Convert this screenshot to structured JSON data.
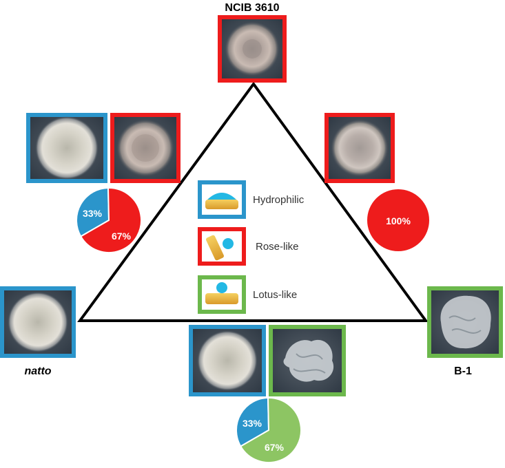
{
  "strains": {
    "top": "NCIB 3610",
    "left": "natto",
    "right": "B-1"
  },
  "legend": {
    "hydrophilic": "Hydrophilic",
    "rose_like": "Rose-like",
    "lotus_like": "Lotus-like"
  },
  "pies": {
    "left_pair": {
      "slices": [
        {
          "label": "33%",
          "fraction": 0.33,
          "color": "#2b95cb"
        },
        {
          "label": "67%",
          "fraction": 0.67,
          "color": "#ee1c1c"
        }
      ]
    },
    "right_single": {
      "slices": [
        {
          "label": "100%",
          "fraction": 1.0,
          "color": "#ee1c1c"
        }
      ]
    },
    "bottom_pair": {
      "slices": [
        {
          "label": "33%",
          "fraction": 0.33,
          "color": "#2b95cb"
        },
        {
          "label": "67%",
          "fraction": 0.67,
          "color": "#8dc563"
        }
      ]
    }
  },
  "colors": {
    "hydrophilic": "#2b95cb",
    "rose_like": "#ee1c1c",
    "lotus_like": "#6cb84c"
  }
}
